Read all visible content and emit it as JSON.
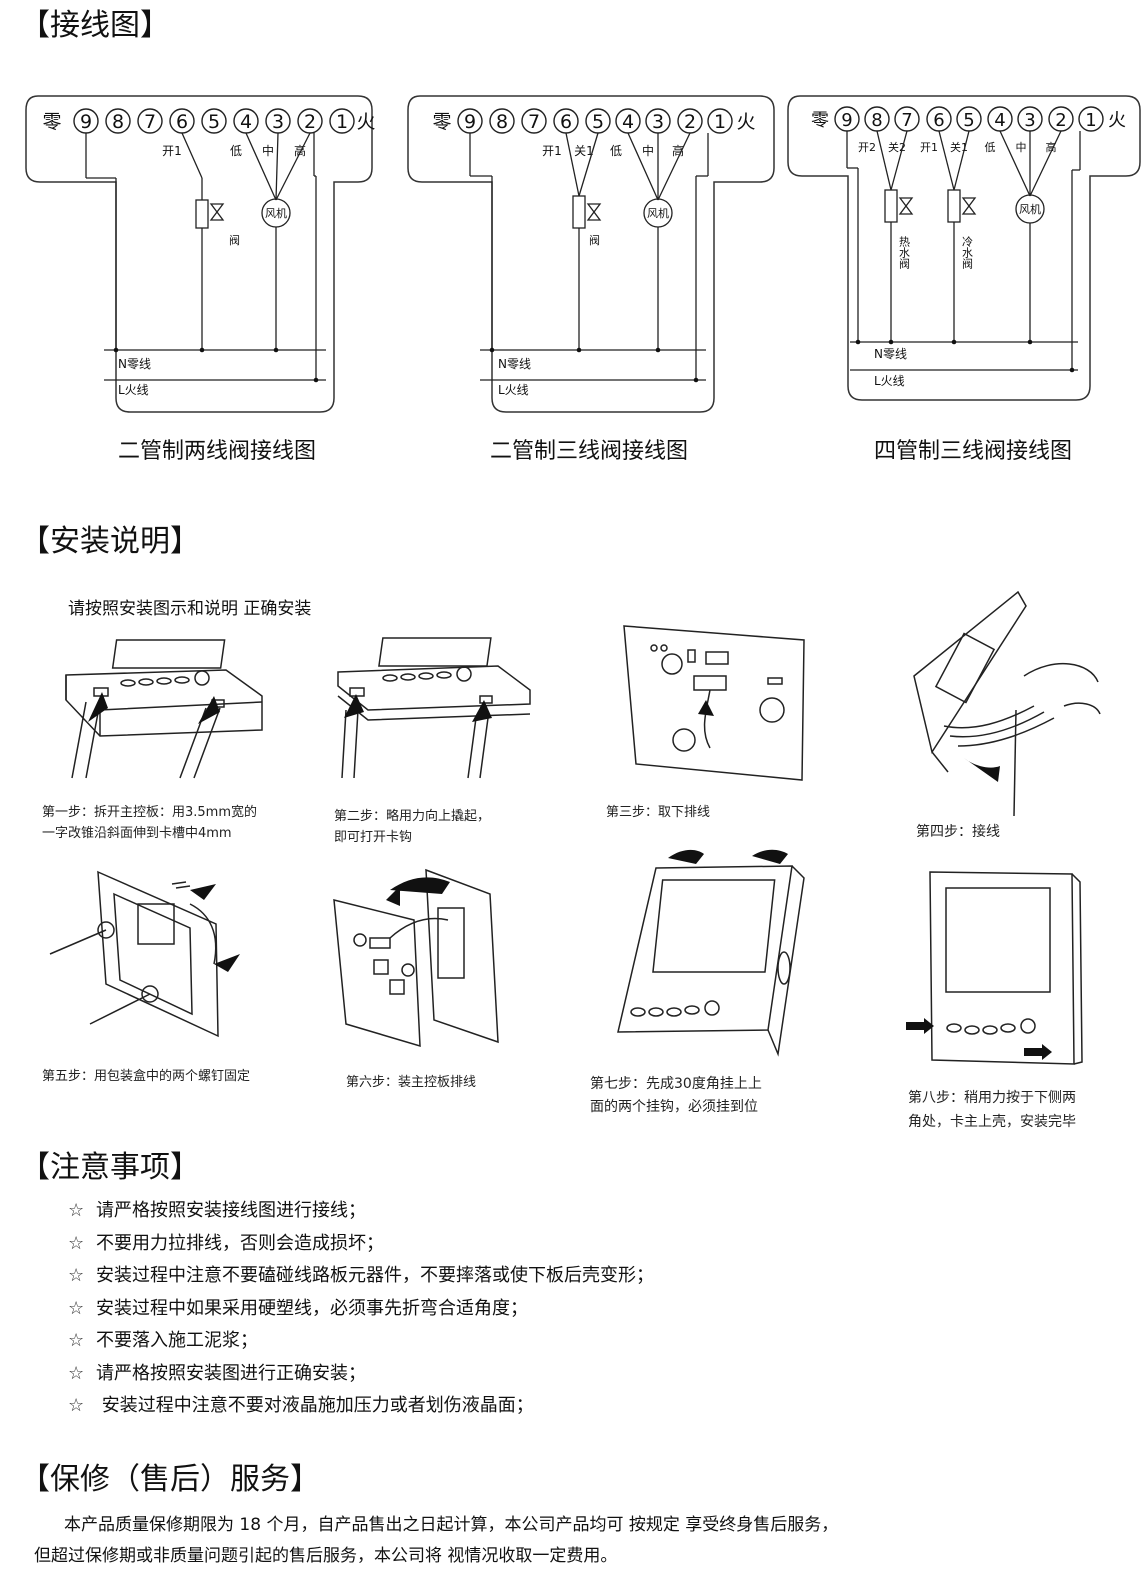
{
  "sections": {
    "wiring": "【接线图】",
    "install": "【安装说明】",
    "notes": "【注意事项】",
    "warranty": "【保修（售后）服务】"
  },
  "diagrams": [
    {
      "caption": "二管制两线阀接线图",
      "terminals": [
        "零",
        "9",
        "8",
        "7",
        "6",
        "5",
        "4",
        "3",
        "2",
        "1",
        "火"
      ],
      "labels": [
        "开1",
        "低",
        "中",
        "高"
      ],
      "valve_label": "阀",
      "fan_label": "风机",
      "n_line": "N零线",
      "l_line": "L火线"
    },
    {
      "caption": "二管制三线阀接线图",
      "terminals": [
        "零",
        "9",
        "8",
        "7",
        "6",
        "5",
        "4",
        "3",
        "2",
        "1",
        "火"
      ],
      "labels": [
        "开1",
        "关1",
        "低",
        "中",
        "高"
      ],
      "valve_label": "阀",
      "fan_label": "风机",
      "n_line": "N零线",
      "l_line": "L火线"
    },
    {
      "caption": "四管制三线阀接线图",
      "terminals": [
        "零",
        "9",
        "8",
        "7",
        "6",
        "5",
        "4",
        "3",
        "2",
        "1",
        "火"
      ],
      "labels": [
        "开2",
        "关2",
        "开1",
        "关1",
        "低",
        "中",
        "高"
      ],
      "hot_valve_label": "热水阀",
      "cold_valve_label": "冷水阀",
      "fan_label": "风机",
      "n_line": "N零线",
      "l_line": "L火线"
    }
  ],
  "install_intro": "请按照安装图示和说明  正确安装",
  "steps": [
    {
      "line1": "第一步：拆开主控板：用3.5mm宽的",
      "line2": "一字改锥沿斜面伸到卡槽中4mm"
    },
    {
      "line1": "第二步：略用力向上撬起，",
      "line2": "即可打开卡钩"
    },
    {
      "line1": "第三步：取下排线",
      "line2": ""
    },
    {
      "line1": "第四步：接线",
      "line2": ""
    },
    {
      "line1": "第五步：用包装盒中的两个螺钉固定",
      "line2": ""
    },
    {
      "line1": "第六步：装主控板排线",
      "line2": ""
    },
    {
      "line1": "第七步：先成30度角挂上上",
      "line2": "面的两个挂钩，必须挂到位"
    },
    {
      "line1": "第八步：稍用力按于下侧两",
      "line2": "角处，卡主上壳，安装完毕"
    }
  ],
  "notes": [
    "请严格按照安装接线图进行接线；",
    "不要用力拉排线，否则会造成损坏；",
    "安装过程中注意不要磕碰线路板元器件，不要摔落或使下板后壳变形；",
    "安装过程中如果采用硬塑线，必须事先折弯合适角度；",
    "不要落入施工泥浆；",
    "请严格按照安装图进行正确安装；",
    " 安装过程中注意不要对液晶施加压力或者划伤液晶面；"
  ],
  "star": "☆",
  "warranty": {
    "line1": "本产品质量保修期限为 18 个月，自产品售出之日起计算，本公司产品均可 按规定 享受终身售后服务，",
    "line2": "但超过保修期或非质量问题引起的售后服务，本公司将 视情况收取一定费用。"
  }
}
